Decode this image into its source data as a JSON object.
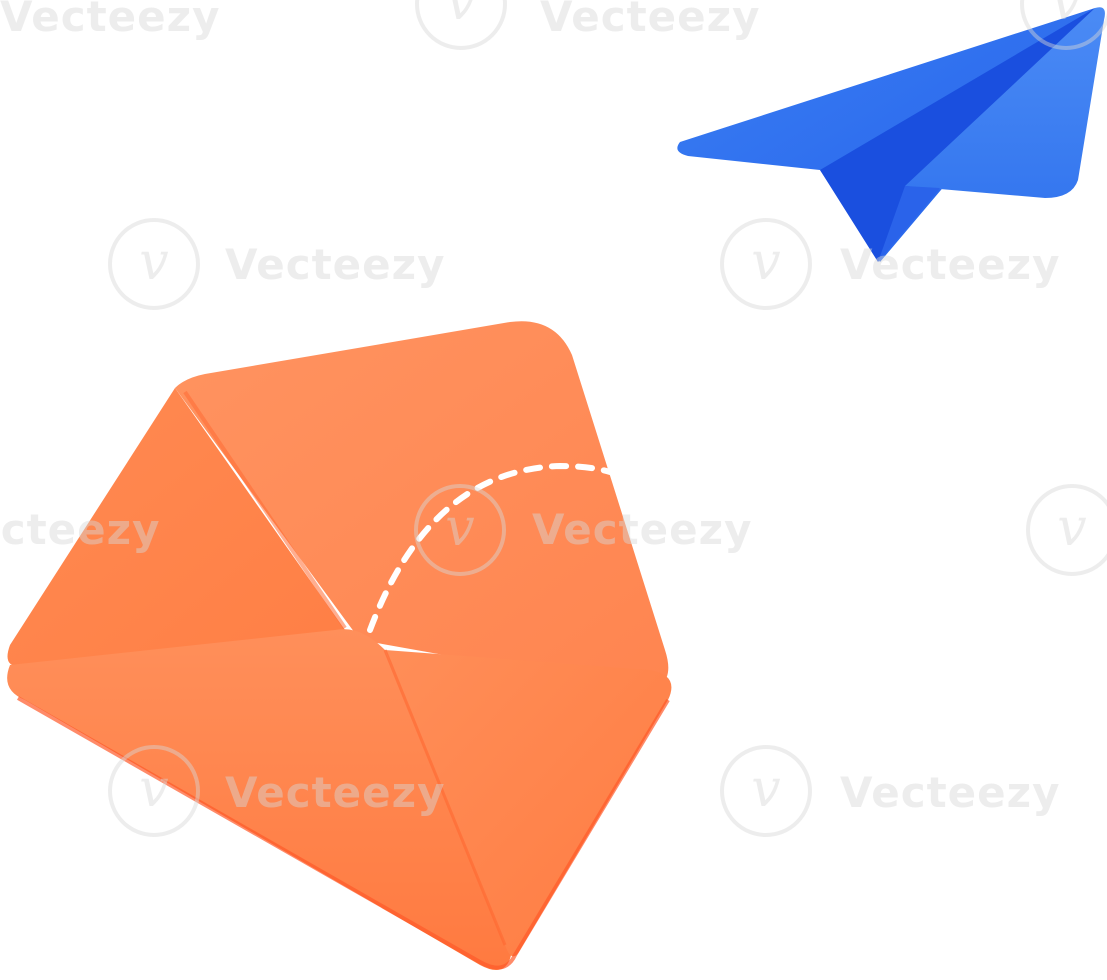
{
  "scene": {
    "subjects": [
      {
        "name": "envelope",
        "color": "#ff8a4f",
        "edge_color": "#ff5a2a"
      },
      {
        "name": "paper-plane",
        "color": "#2f6ff0",
        "highlight_color": "#4b8bf5",
        "shadow_color": "#1749d8"
      },
      {
        "name": "flight-path",
        "style": "dashed",
        "color": "#ffffff"
      }
    ]
  },
  "watermark": {
    "text": "Vecteezy",
    "color": "#d7d7d7"
  }
}
